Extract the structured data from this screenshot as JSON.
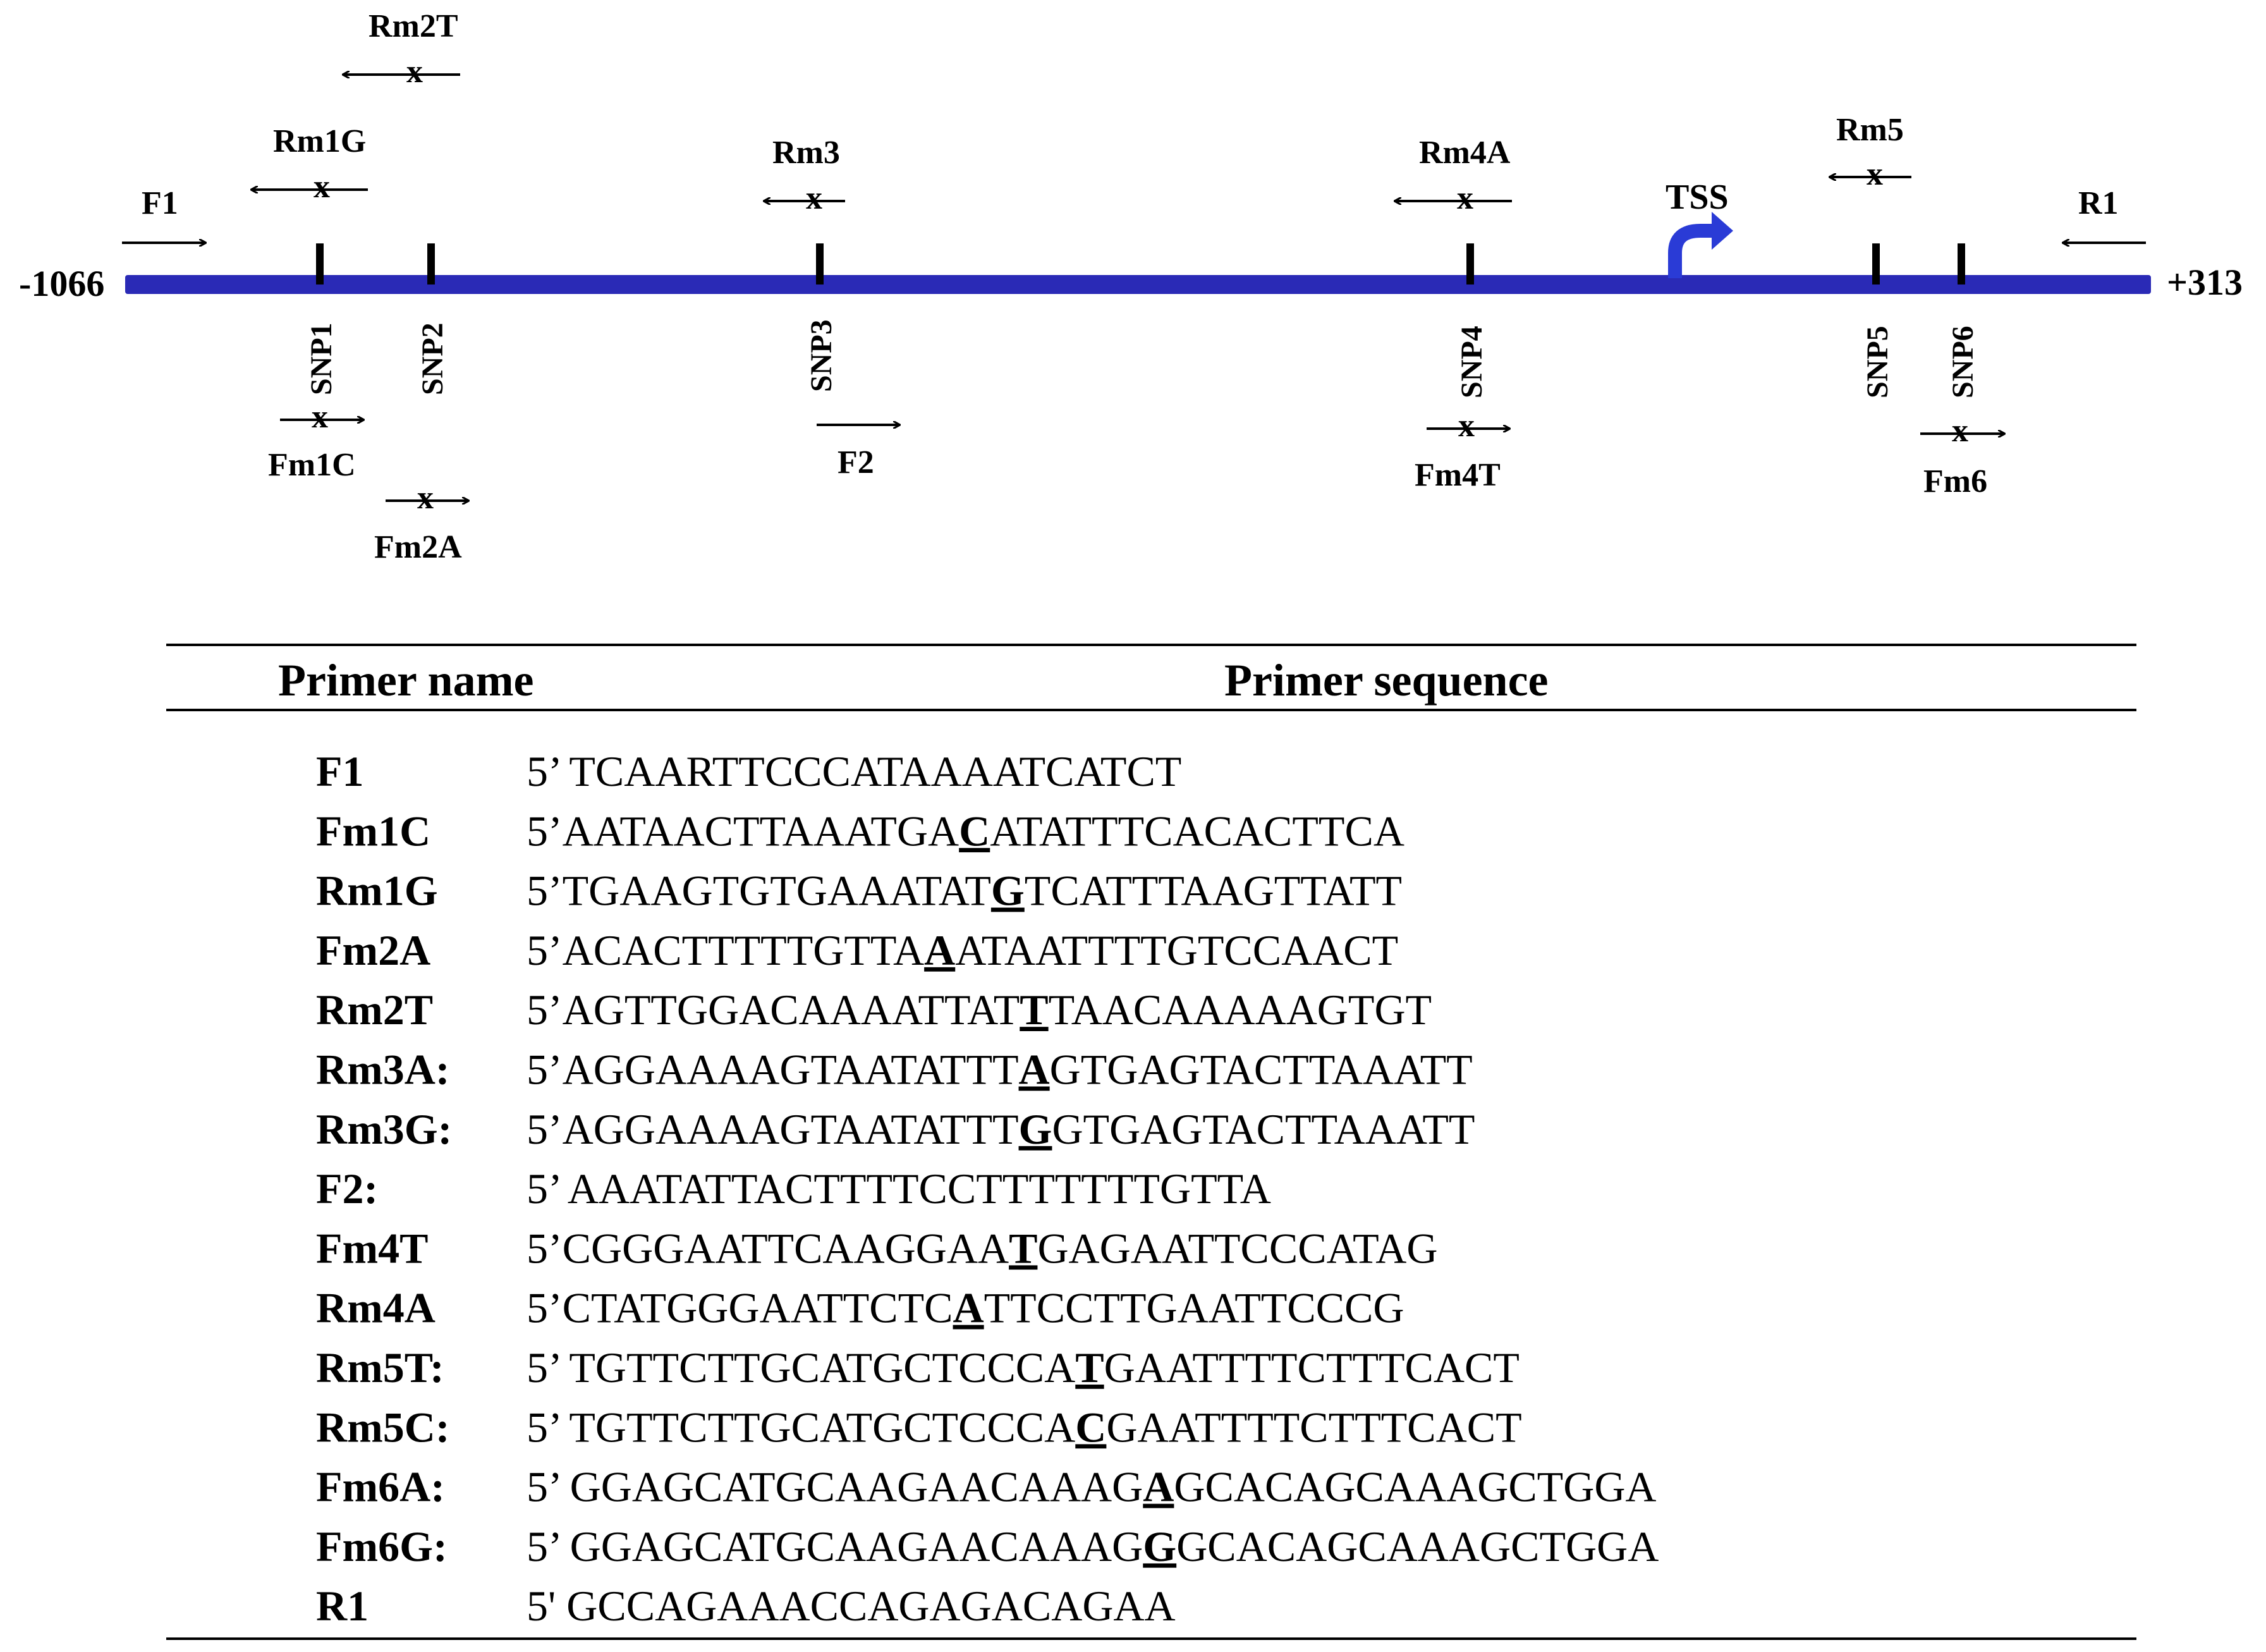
{
  "diagram": {
    "start_label": "-1066",
    "end_label": "+313",
    "tss_label": "TSS",
    "line_color": "#2a2ab6",
    "arrow_color": "#2a3bd6",
    "snps": [
      "SNP1",
      "SNP2",
      "SNP3",
      "SNP4",
      "SNP5",
      "SNP6"
    ],
    "primers_above": [
      "Rm2T",
      "Rm1G",
      "F1",
      "Rm3",
      "Rm4A",
      "Rm5",
      "R1"
    ],
    "primers_below": [
      "Fm1C",
      "Fm2A",
      "F2",
      "Fm4T",
      "Fm6"
    ],
    "mismatch_mark": "x"
  },
  "table": {
    "col_name": "Primer name",
    "col_seq": "Primer sequence",
    "rows": [
      {
        "name": "F1",
        "pre": "5’ TCAARTTCCCATAAAATCATCT",
        "mark": "",
        "post": ""
      },
      {
        "name": "Fm1C",
        "pre": "5’AATAACTTAAATGA",
        "mark": "C",
        "post": "ATATTTCACACTTCA"
      },
      {
        "name": "Rm1G",
        "pre": "5’TGAAGTGTGAAATAT",
        "mark": "G",
        "post": "TCATTTAAGTTATT"
      },
      {
        "name": "Fm2A",
        "pre": "5’ACACTTTTTGTTA",
        "mark": "A",
        "post": "ATAATTTTGTCCAACT"
      },
      {
        "name": "Rm2T",
        "pre": "5’AGTTGGACAAAATTAT",
        "mark": "T",
        "post": "TAACAAAAAGTGT"
      },
      {
        "name": "Rm3A:",
        "pre": "5’AGGAAAAGTAATATTT",
        "mark": "A",
        "post": "GTGAGTACTTAAATT"
      },
      {
        "name": "Rm3G:",
        "pre": "5’AGGAAAAGTAATATTT",
        "mark": "G",
        "post": "GTGAGTACTTAAATT"
      },
      {
        "name": "F2:",
        "pre": "5’ AAATATTACTTTTCCTTTTTTTGTTA",
        "mark": "",
        "post": ""
      },
      {
        "name": "Fm4T",
        "pre": "5’CGGGAATTCAAGGAA",
        "mark": "T",
        "post": "GAGAATTCCCATAG"
      },
      {
        "name": "Rm4A",
        "pre": "5’CTATGGGAATTCTC",
        "mark": "A",
        "post": "TTCCTTGAATTCCCG"
      },
      {
        "name": "Rm5T:",
        "pre": "5’ TGTTCTTGCATGCTCCCA",
        "mark": "T",
        "post": "GAATTTTCTTTCACT"
      },
      {
        "name": "Rm5C:",
        "pre": "5’ TGTTCTTGCATGCTCCCA",
        "mark": "C",
        "post": "GAATTTTCTTTCACT"
      },
      {
        "name": "Fm6A:",
        "pre": "5’ GGAGCATGCAAGAACAAAG",
        "mark": "A",
        "post": "GCACAGCAAAGCTGGA"
      },
      {
        "name": "Fm6G:",
        "pre": "5’ GGAGCATGCAAGAACAAAG",
        "mark": "G",
        "post": "GCACAGCAAAGCTGGA"
      },
      {
        "name": "R1",
        "pre": "5' GCCAGAAACCAGAGACAGAA",
        "mark": "",
        "post": ""
      }
    ]
  }
}
